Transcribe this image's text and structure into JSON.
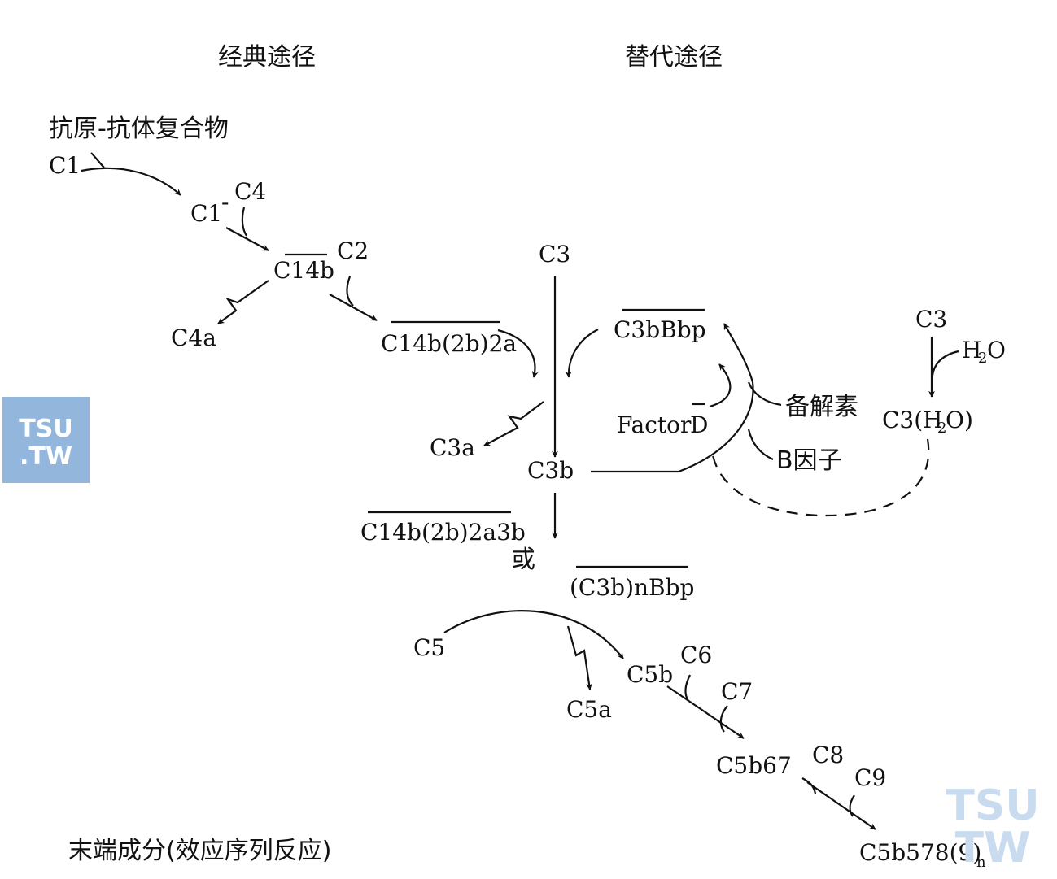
{
  "headings": {
    "classical": "经典途径",
    "alternative": "替代途径"
  },
  "labels": {
    "antigen_antibody": "抗原-抗体复合物",
    "c1": "C1",
    "c1_bar": "C1",
    "c1_bar_mark": "-",
    "c4": "C4",
    "c14b": "C14b",
    "c2": "C2",
    "c4a": "C4a",
    "c14b2b2a": "C14b(2b)2a",
    "c3_top": "C3",
    "c3bbbp": "C3bBbp",
    "c3a": "C3a",
    "c3b": "C3b",
    "factor": "Factor",
    "factor_d": "D",
    "properdin": "备解素",
    "factor_b": "B因子",
    "c3_right": "C3",
    "h2o_h": "H",
    "h2o_2": "2",
    "h2o_o": "O",
    "c3h2o_a": "C3(H",
    "c3h2o_2": "2",
    "c3h2o_b": "O)",
    "c14b2b2a3b": "C14b(2b)2a3b",
    "or": "或",
    "c3bnbbp": "(C3b)nBbp",
    "c5": "C5",
    "c5a": "C5a",
    "c5b": "C5b",
    "c6": "C6",
    "c7": "C7",
    "c5b67": "C5b67",
    "c8": "C8",
    "c9": "C9",
    "c5b5789": "C5b578(9)",
    "c5b5789_n": "n",
    "terminal": "末端成分(效应序列反应)"
  },
  "watermark": {
    "left_line1": "TSU",
    "left_line2": ".TW",
    "right_line1": "TSU",
    "right_line2": "TW"
  },
  "colors": {
    "watermark_box": "#93b6dc",
    "watermark_faint": "#c9dcef"
  }
}
